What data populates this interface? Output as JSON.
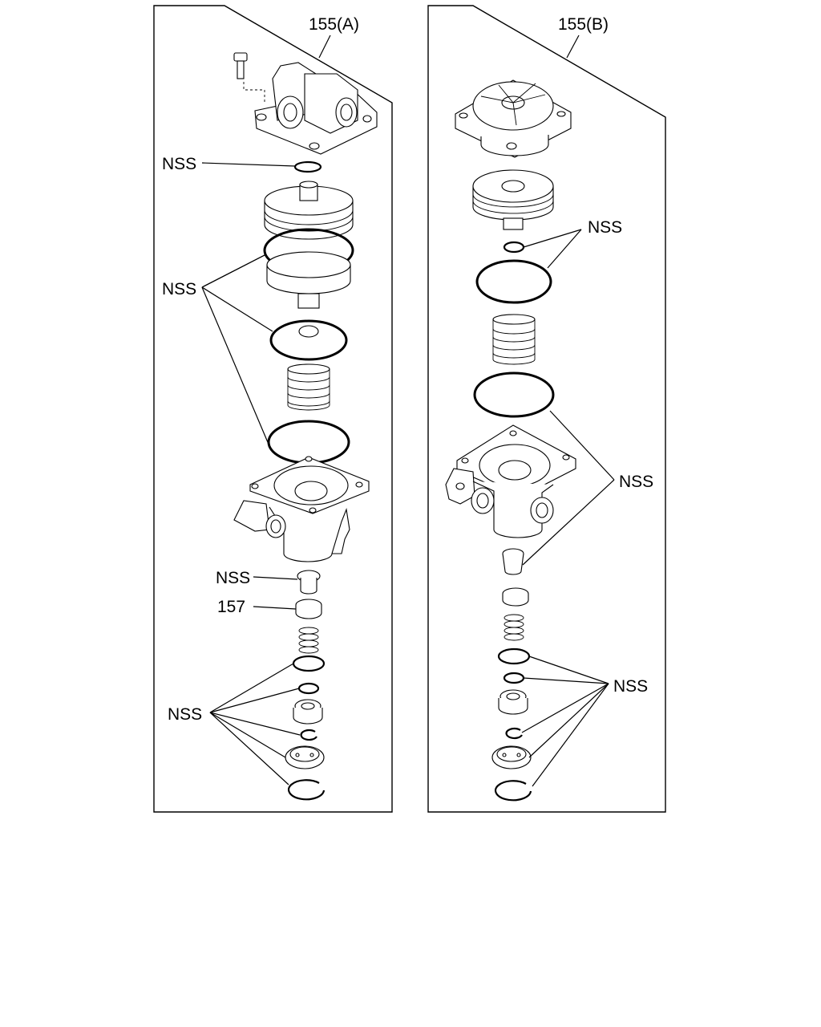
{
  "panels": {
    "a": {
      "title": "155(A)",
      "labels": {
        "nss_top": "NSS",
        "nss_group": "NSS",
        "nss_mid": "NSS",
        "part_157": "157",
        "nss_bottom": "NSS"
      }
    },
    "b": {
      "title": "155(B)",
      "labels": {
        "nss_top": "NSS",
        "nss_mid": "NSS",
        "nss_bottom": "NSS"
      }
    }
  },
  "colors": {
    "line": "#000000",
    "background": "#ffffff"
  }
}
